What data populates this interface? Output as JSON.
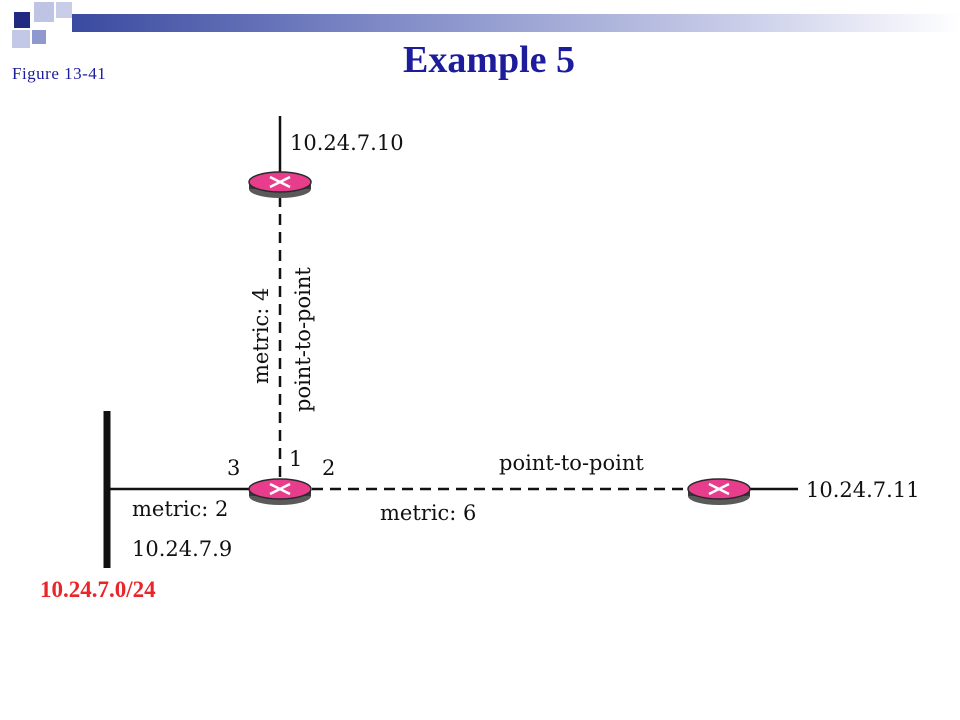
{
  "slide": {
    "title": "Example 5",
    "figure_label": "Figure  13-41"
  },
  "theme": {
    "accent": "#1c1c9c",
    "router_fill": "#e83d8c",
    "network_label_color": "#e8262a"
  },
  "diagram": {
    "routers": [
      {
        "id": "router-top",
        "interface_ip": "10.24.7.10"
      },
      {
        "id": "router-center",
        "interface_ip": "10.24.7.9"
      },
      {
        "id": "router-right",
        "interface_ip": "10.24.7.11"
      }
    ],
    "network": {
      "label": "10.24.7.0/24"
    },
    "links": {
      "vertical": {
        "type": "point-to-point",
        "metric": "metric: 4"
      },
      "horizontal": {
        "type": "point-to-point",
        "metric": "metric: 6"
      },
      "lan": {
        "metric": "metric: 2"
      }
    },
    "ports": {
      "p1": "1",
      "p2": "2",
      "p3": "3"
    }
  }
}
